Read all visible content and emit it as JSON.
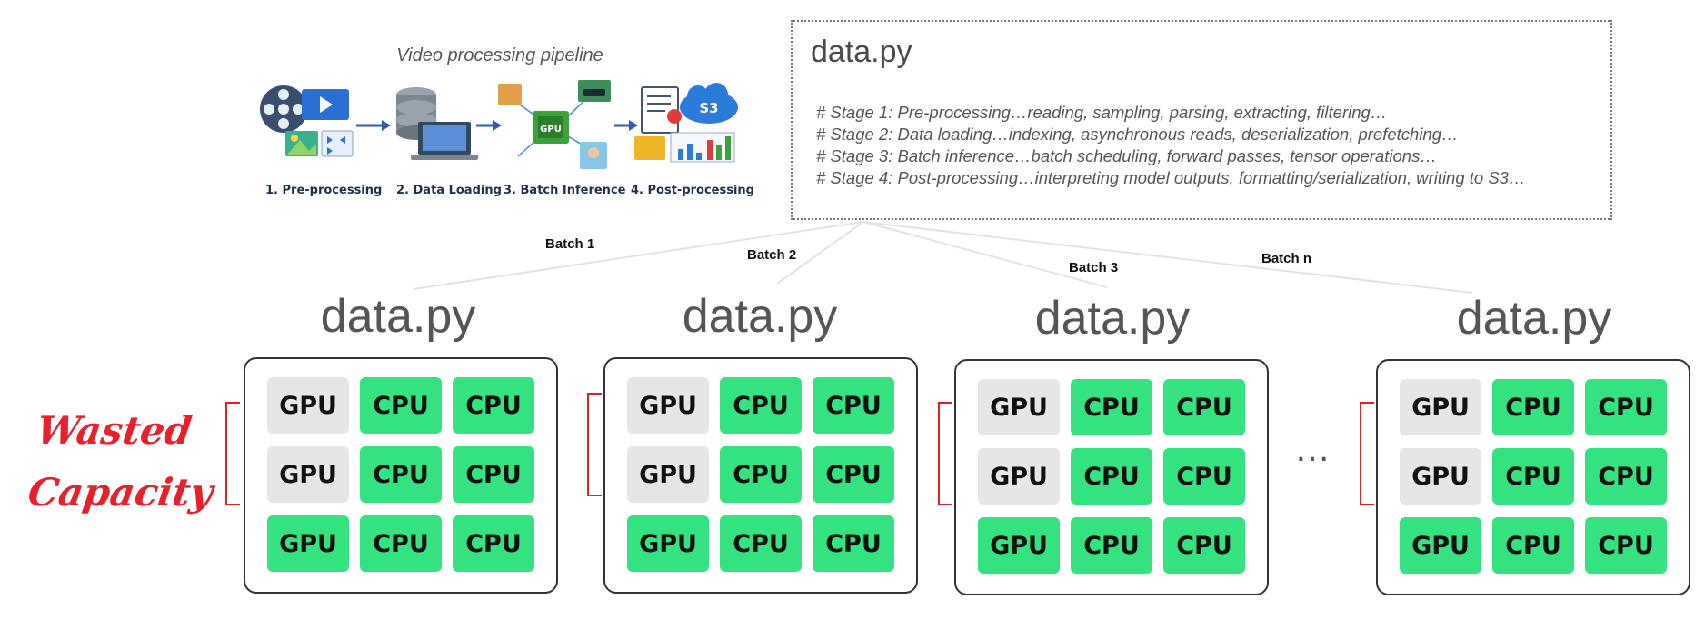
{
  "pipeline": {
    "title": "Video processing pipeline",
    "steps": [
      "1. Pre-processing",
      "2. Data Loading",
      "3. Batch Inference",
      "4. Post-processing"
    ],
    "cloud_label": "S3",
    "gpu_chip_label": "GPU"
  },
  "code_box": {
    "title": "data.py",
    "lines": [
      "# Stage 1: Pre-processing…reading, sampling, parsing, extracting, filtering…",
      "# Stage 2: Data loading…indexing, asynchronous reads, deserialization, prefetching…",
      "# Stage 3: Batch inference…batch scheduling, forward passes, tensor operations…",
      "# Stage 4: Post-processing…interpreting model outputs, formatting/serialization, writing to S3…"
    ]
  },
  "batches": [
    "Batch 1",
    "Batch 2",
    "Batch 3",
    "Batch n"
  ],
  "nodes": [
    {
      "title": "data.py",
      "chips": [
        [
          "GPU",
          "CPU",
          "CPU"
        ],
        [
          "GPU",
          "CPU",
          "CPU"
        ],
        [
          "GPU",
          "CPU",
          "CPU"
        ]
      ],
      "idle_gpu_rows": 2
    },
    {
      "title": "data.py",
      "chips": [
        [
          "GPU",
          "CPU",
          "CPU"
        ],
        [
          "GPU",
          "CPU",
          "CPU"
        ],
        [
          "GPU",
          "CPU",
          "CPU"
        ]
      ],
      "idle_gpu_rows": 2
    },
    {
      "title": "data.py",
      "chips": [
        [
          "GPU",
          "CPU",
          "CPU"
        ],
        [
          "GPU",
          "CPU",
          "CPU"
        ],
        [
          "GPU",
          "CPU",
          "CPU"
        ]
      ],
      "idle_gpu_rows": 2
    },
    {
      "title": "data.py",
      "chips": [
        [
          "GPU",
          "CPU",
          "CPU"
        ],
        [
          "GPU",
          "CPU",
          "CPU"
        ],
        [
          "GPU",
          "CPU",
          "CPU"
        ]
      ],
      "idle_gpu_rows": 2
    }
  ],
  "annotation": {
    "line1": "Wasted",
    "line2": "Capacity"
  },
  "ellipsis": "…",
  "colors": {
    "active": "#34e37f",
    "idle": "#e6e6e6",
    "annotation": "#e8202a"
  }
}
